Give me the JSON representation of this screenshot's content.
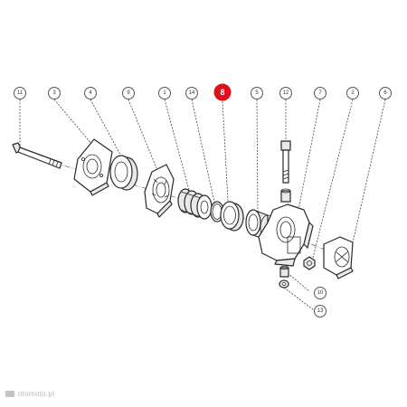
{
  "diagram": {
    "highlight_color": "#e0101a",
    "highlighted_part": "8",
    "callouts": [
      "11",
      "3",
      "4",
      "9",
      "1",
      "14",
      "8",
      "5",
      "12",
      "7",
      "2",
      "6",
      "10",
      "13"
    ]
  },
  "watermark": {
    "text": "otomoto.pl"
  }
}
